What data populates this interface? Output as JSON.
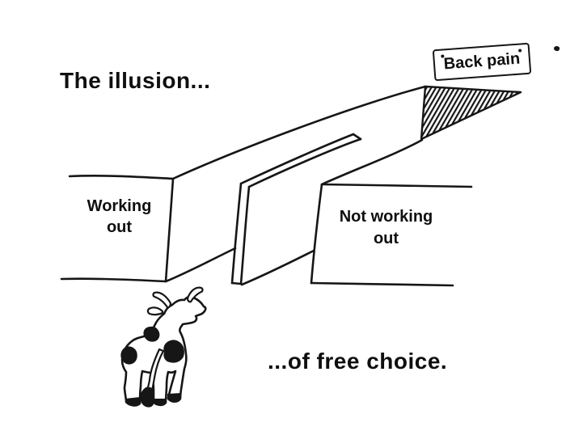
{
  "titles": {
    "top": "The illusion...",
    "bottom": "...of free choice."
  },
  "sign": {
    "label": "Back pain"
  },
  "walls": {
    "left": {
      "line1": "Working",
      "line2": "out"
    },
    "right": {
      "line1": "Not working",
      "line2": "out"
    }
  },
  "icons": {
    "cow": "cow-rear-view-illustration",
    "pit": "hatched-pit-opening",
    "sign_nails": "nail-dots"
  },
  "colors": {
    "ink": "#161616",
    "paper": "#ffffff",
    "text": "#0f0f0f"
  }
}
